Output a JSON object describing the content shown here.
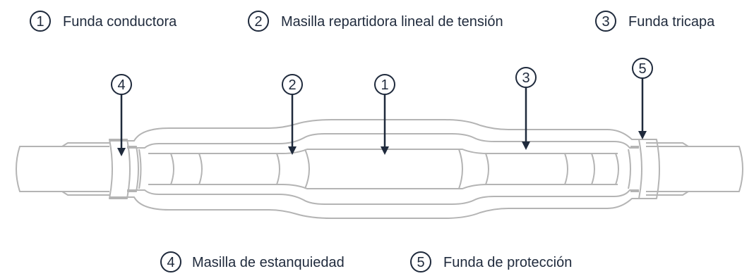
{
  "legend": [
    {
      "num": "1",
      "label": "Funda conductora"
    },
    {
      "num": "2",
      "label": "Masilla repartidora lineal de tensión"
    },
    {
      "num": "3",
      "label": "Funda tricapa"
    },
    {
      "num": "4",
      "label": "Masilla de estanquiedad"
    },
    {
      "num": "5",
      "label": "Funda de protección"
    }
  ],
  "callouts": [
    {
      "num": "4"
    },
    {
      "num": "2"
    },
    {
      "num": "1"
    },
    {
      "num": "3"
    },
    {
      "num": "5"
    }
  ],
  "colors": {
    "ink": "#1f2a3c",
    "outline": "#b4b4b4",
    "background": "#ffffff"
  }
}
